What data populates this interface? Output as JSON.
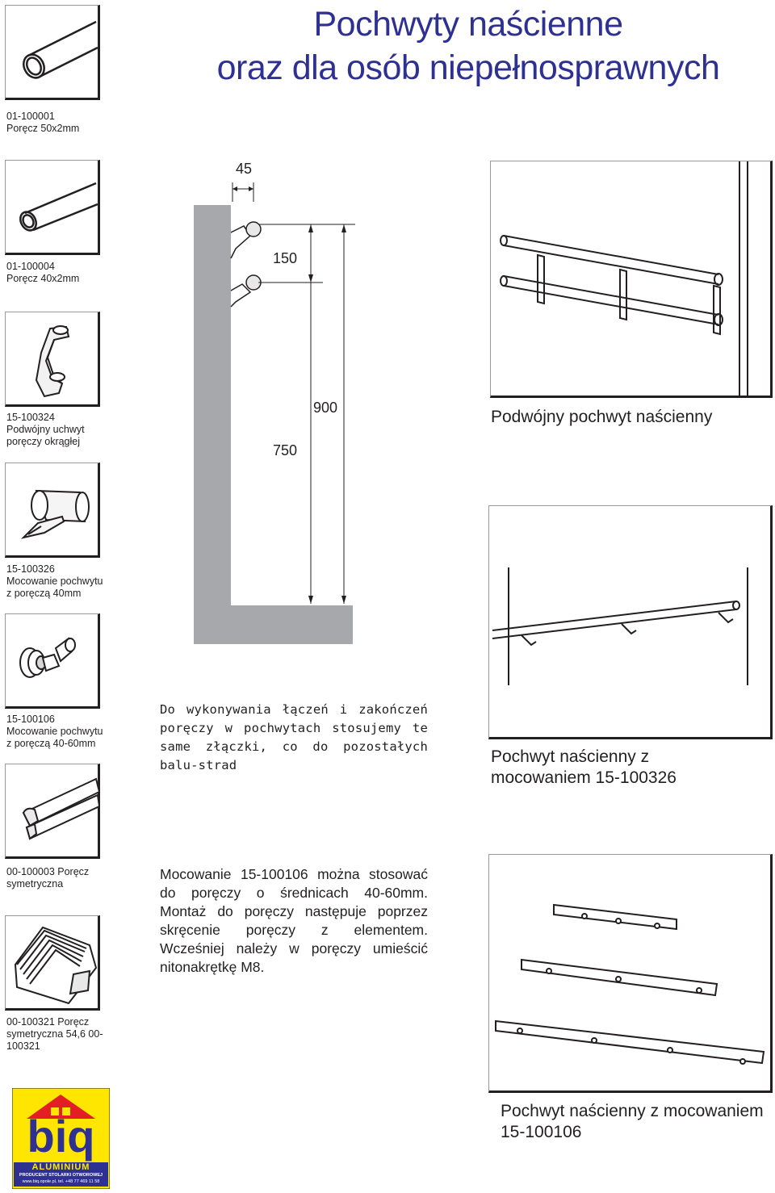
{
  "title": {
    "line1": "Pochwyty naścienne",
    "line2": "oraz dla osób niepełnosprawnych"
  },
  "products": [
    {
      "code": "01-100001",
      "name": "Poręcz 50x2mm",
      "icon": "rail-tube-icon"
    },
    {
      "code": "01-100004",
      "name": "Poręcz 40x2mm",
      "icon": "rail-tube-icon"
    },
    {
      "code": "15-100324",
      "name": "Podwójny uchwyt poręczy okrągłej",
      "icon": "double-bracket-icon"
    },
    {
      "code": "15-100326",
      "name": "Mocowanie pochwytu z poręczą 40mm",
      "icon": "bracket-with-rail-icon"
    },
    {
      "code": "15-100106",
      "name": "Mocowanie pochwytu z poręczą 40-60mm",
      "icon": "round-mount-icon"
    },
    {
      "code": "00-100003",
      "name": "Poręcz symetryczna",
      "icon": "symmetric-profile-icon"
    },
    {
      "code": "00-100321",
      "name": "Poręcz symetryczna 54,6 00-100321",
      "icon": "symmetric-profile-large-icon"
    }
  ],
  "captions": {
    "p0": "01-100001\nPoręcz 50x2mm",
    "p1": "01-100004\nPoręcz 40x2mm",
    "p2": "15-100324\nPodwójny uchwyt\nporęczy okrągłej",
    "p3": "15-100326\nMocowanie pochwytu\nz poręczą 40mm",
    "p4": "15-100106\nMocowanie pochwytu\nz poręczą 40-60mm",
    "p5": "00-100003 Poręcz\nsymetryczna",
    "p6": "00-100321 Poręcz\nsymetryczna 54,6 00-\n100321"
  },
  "dimensions": {
    "d45": "45",
    "d150": "150",
    "d900": "900",
    "d750": "750"
  },
  "texts": {
    "para1": "Do wykonywania łączeń i zakończeń poręczy w pochwytach stosujemy te same złączki, co do pozostałych balu-strad",
    "para2": "Mocowanie 15-100106 można stosować do poręczy o średnicach 40-60mm. Montaż do poręczy następuje poprzez skręcenie poręczy z elementem. Wcześniej należy w poręczy umieścić nitonakrętkę M8."
  },
  "panels": {
    "double": "Podwójny pochwyt naścienny",
    "single": "Pochwyt naścienny z mocowaniem 15-100326",
    "mount": "Pochwyt naścienny z mocowaniem 15-100106"
  },
  "logo": {
    "brand": "biq",
    "sub": "ALUMINIUM",
    "line1": "PRODUCENT STOLARKI OTWOROWEJ",
    "line2": "www.biq.opole.pl, tel. +48 77 469 11 58",
    "colors": {
      "yellow": "#ffe600",
      "red": "#e31e24",
      "blue": "#2e3192"
    }
  },
  "colors": {
    "title": "#2e3192",
    "wall": "#a6a8ab"
  }
}
